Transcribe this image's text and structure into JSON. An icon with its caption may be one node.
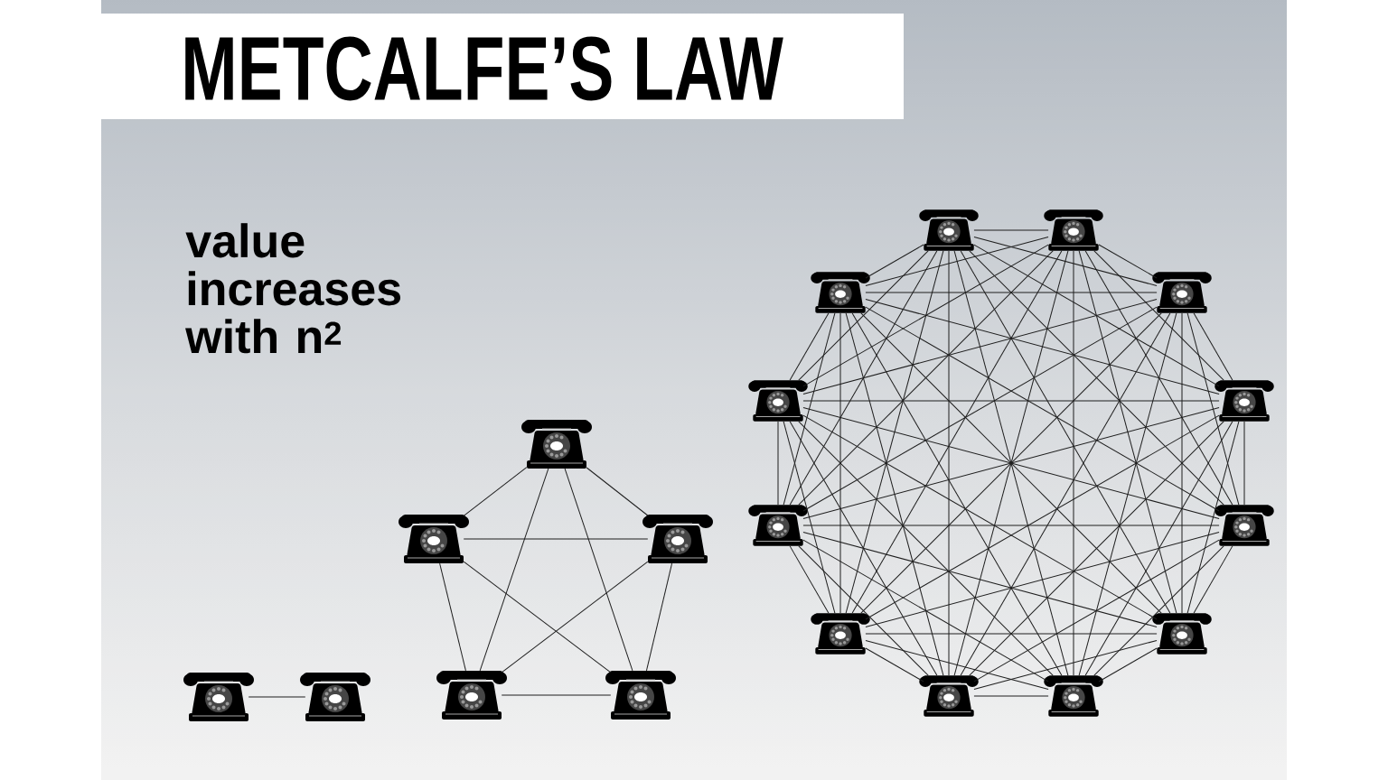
{
  "diagram": {
    "title": "METCALFE’S LAW",
    "nodes": [
      {
        "text": [],
        "shape": "picture"
      },
      {
        "text": [],
        "shape": "picture"
      },
      {
        "text": [],
        "shape": "picture"
      },
      {
        "text": [],
        "shape": "picture"
      },
      {
        "text": [],
        "shape": "picture"
      },
      {
        "text": [],
        "shape": "picture"
      },
      {
        "text": [],
        "shape": "picture"
      },
      {
        "text": [],
        "shape": "picture"
      },
      {
        "text": [],
        "shape": "picture"
      },
      {
        "text": [],
        "shape": "picture"
      },
      {
        "text": [],
        "shape": "picture"
      },
      {
        "text": [],
        "shape": "picture"
      },
      {
        "text": [],
        "shape": "picture"
      },
      {
        "text": [],
        "shape": "picture"
      },
      {
        "text": [],
        "shape": "picture"
      },
      {
        "text": [],
        "shape": "picture"
      },
      {
        "text": [],
        "shape": "picture"
      },
      {
        "text": [],
        "shape": "picture"
      },
      {
        "text": [],
        "shape": "picture"
      }
    ],
    "edges": [
      {
        "from": 0,
        "to": 1,
        "arrow": "none"
      },
      {
        "from": 2,
        "to": 3,
        "arrow": "none"
      },
      {
        "from": 2,
        "to": 4,
        "arrow": "none"
      },
      {
        "from": 2,
        "to": 5,
        "arrow": "none"
      },
      {
        "from": 2,
        "to": 6,
        "arrow": "none"
      },
      {
        "from": 3,
        "to": 4,
        "arrow": "none"
      },
      {
        "from": 3,
        "to": 5,
        "arrow": "none"
      },
      {
        "from": 3,
        "to": 6,
        "arrow": "none"
      },
      {
        "from": 4,
        "to": 5,
        "arrow": "none"
      },
      {
        "from": 4,
        "to": 6,
        "arrow": "none"
      },
      {
        "from": 5,
        "to": 6,
        "arrow": "none"
      },
      {
        "from": 7,
        "to": 8,
        "arrow": "none"
      },
      {
        "from": 7,
        "to": 9,
        "arrow": "none"
      },
      {
        "from": 7,
        "to": 10,
        "arrow": "none"
      },
      {
        "from": 7,
        "to": 11,
        "arrow": "none"
      },
      {
        "from": 7,
        "to": 12,
        "arrow": "none"
      },
      {
        "from": 7,
        "to": 13,
        "arrow": "none"
      },
      {
        "from": 7,
        "to": 14,
        "arrow": "none"
      },
      {
        "from": 7,
        "to": 15,
        "arrow": "none"
      },
      {
        "from": 7,
        "to": 16,
        "arrow": "none"
      },
      {
        "from": 7,
        "to": 17,
        "arrow": "none"
      },
      {
        "from": 7,
        "to": 18,
        "arrow": "none"
      },
      {
        "from": 8,
        "to": 9,
        "arrow": "none"
      },
      {
        "from": 8,
        "to": 10,
        "arrow": "none"
      },
      {
        "from": 8,
        "to": 11,
        "arrow": "none"
      },
      {
        "from": 8,
        "to": 12,
        "arrow": "none"
      },
      {
        "from": 8,
        "to": 13,
        "arrow": "none"
      },
      {
        "from": 8,
        "to": 14,
        "arrow": "none"
      },
      {
        "from": 8,
        "to": 15,
        "arrow": "none"
      },
      {
        "from": 8,
        "to": 16,
        "arrow": "none"
      },
      {
        "from": 8,
        "to": 17,
        "arrow": "none"
      },
      {
        "from": 8,
        "to": 18,
        "arrow": "none"
      },
      {
        "from": 9,
        "to": 10,
        "arrow": "none"
      },
      {
        "from": 9,
        "to": 11,
        "arrow": "none"
      },
      {
        "from": 9,
        "to": 12,
        "arrow": "none"
      },
      {
        "from": 9,
        "to": 13,
        "arrow": "none"
      },
      {
        "from": 9,
        "to": 14,
        "arrow": "none"
      },
      {
        "from": 9,
        "to": 15,
        "arrow": "none"
      },
      {
        "from": 9,
        "to": 16,
        "arrow": "none"
      },
      {
        "from": 9,
        "to": 17,
        "arrow": "none"
      },
      {
        "from": 9,
        "to": 18,
        "arrow": "none"
      },
      {
        "from": 10,
        "to": 11,
        "arrow": "none"
      },
      {
        "from": 10,
        "to": 12,
        "arrow": "none"
      },
      {
        "from": 10,
        "to": 13,
        "arrow": "none"
      },
      {
        "from": 10,
        "to": 14,
        "arrow": "none"
      },
      {
        "from": 10,
        "to": 15,
        "arrow": "none"
      },
      {
        "from": 10,
        "to": 16,
        "arrow": "none"
      },
      {
        "from": 10,
        "to": 17,
        "arrow": "none"
      },
      {
        "from": 10,
        "to": 18,
        "arrow": "none"
      },
      {
        "from": 11,
        "to": 12,
        "arrow": "none"
      },
      {
        "from": 11,
        "to": 13,
        "arrow": "none"
      },
      {
        "from": 11,
        "to": 14,
        "arrow": "none"
      },
      {
        "from": 11,
        "to": 15,
        "arrow": "none"
      },
      {
        "from": 11,
        "to": 16,
        "arrow": "none"
      },
      {
        "from": 11,
        "to": 17,
        "arrow": "none"
      },
      {
        "from": 11,
        "to": 18,
        "arrow": "none"
      },
      {
        "from": 12,
        "to": 13,
        "arrow": "none"
      },
      {
        "from": 12,
        "to": 14,
        "arrow": "none"
      },
      {
        "from": 12,
        "to": 15,
        "arrow": "none"
      },
      {
        "from": 12,
        "to": 16,
        "arrow": "none"
      },
      {
        "from": 12,
        "to": 17,
        "arrow": "none"
      },
      {
        "from": 12,
        "to": 18,
        "arrow": "none"
      },
      {
        "from": 13,
        "to": 14,
        "arrow": "none"
      },
      {
        "from": 13,
        "to": 15,
        "arrow": "none"
      },
      {
        "from": 13,
        "to": 16,
        "arrow": "none"
      },
      {
        "from": 13,
        "to": 17,
        "arrow": "none"
      },
      {
        "from": 13,
        "to": 18,
        "arrow": "none"
      },
      {
        "from": 14,
        "to": 15,
        "arrow": "none"
      },
      {
        "from": 14,
        "to": 16,
        "arrow": "none"
      },
      {
        "from": 14,
        "to": 17,
        "arrow": "none"
      },
      {
        "from": 14,
        "to": 18,
        "arrow": "none"
      },
      {
        "from": 15,
        "to": 16,
        "arrow": "none"
      },
      {
        "from": 15,
        "to": 17,
        "arrow": "none"
      },
      {
        "from": 15,
        "to": 18,
        "arrow": "none"
      },
      {
        "from": 16,
        "to": 17,
        "arrow": "none"
      },
      {
        "from": 16,
        "to": 18,
        "arrow": "none"
      },
      {
        "from": 17,
        "to": 18,
        "arrow": "none"
      }
    ],
    "labels": [
      "value increases with n$^{2}$"
    ]
  }
}
